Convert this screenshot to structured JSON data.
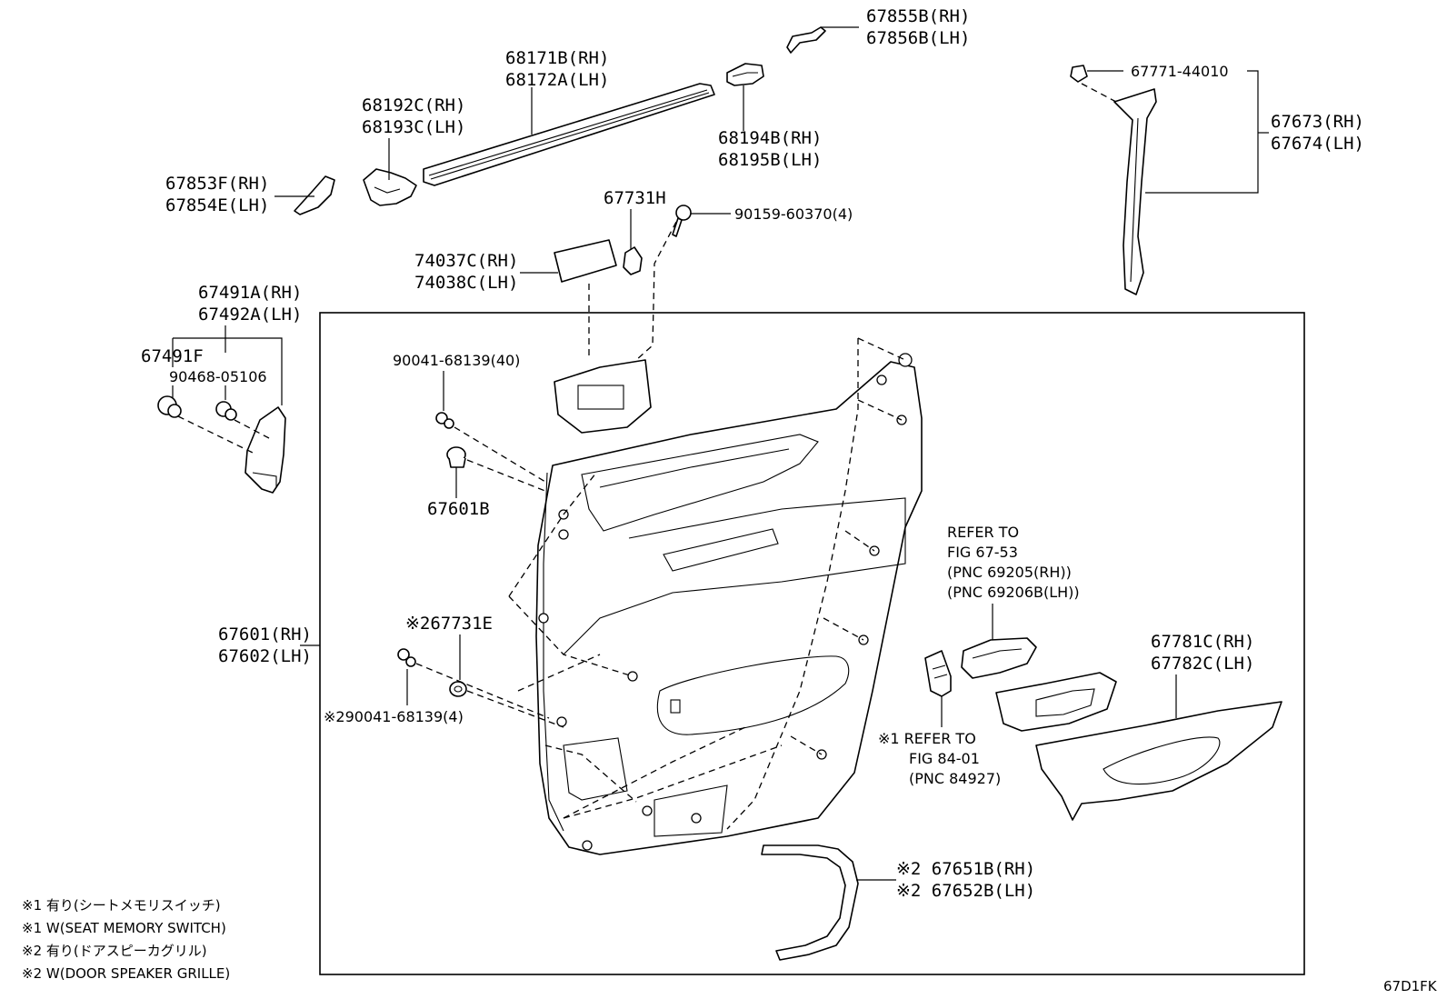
{
  "callouts": {
    "p67855": [
      "67855B(RH)",
      "67856B(LH)"
    ],
    "p68171": [
      "68171B(RH)",
      "68172A(LH)"
    ],
    "p68192": [
      "68192C(RH)",
      "68193C(LH)"
    ],
    "p68194": [
      "68194B(RH)",
      "68195B(LH)"
    ],
    "p67853": [
      "67853F(RH)",
      "67854E(LH)"
    ],
    "p67731h": "67731H",
    "p90159": "90159-60370(4)",
    "p74037": [
      "74037C(RH)",
      "74038C(LH)"
    ],
    "p67771": "67771-44010",
    "p67673": [
      "67673(RH)",
      "67674(LH)"
    ],
    "p67491a": [
      "67491A(RH)",
      "67492A(LH)"
    ],
    "p67491f": "67491F",
    "p90468": "90468-05106",
    "p90041a": "90041-68139(40)",
    "p67601b": "67601B",
    "p67601": [
      "67601(RH)",
      "67602(LH)"
    ],
    "p67731e": "※267731E",
    "p90041b": "※290041-68139(4)",
    "ref6753": [
      "REFER TO",
      "FIG 67-53",
      "(PNC 69205(RH))",
      "(PNC 69206B(LH))"
    ],
    "p67781": [
      "67781C(RH)",
      "67782C(LH)"
    ],
    "ref8401": [
      "※1 REFER TO",
      "FIG 84-01",
      "(PNC 84927)"
    ],
    "p67651": [
      "※2 67651B(RH)",
      "※2 67652B(LH)"
    ]
  },
  "notes": [
    "※1 有り(シートメモリスイッチ)",
    "※1 W(SEAT MEMORY SWITCH)",
    "※2 有り(ドアスピーカグリル)",
    "※2 W(DOOR SPEAKER GRILLE)"
  ],
  "figure_code": "67D1FK"
}
